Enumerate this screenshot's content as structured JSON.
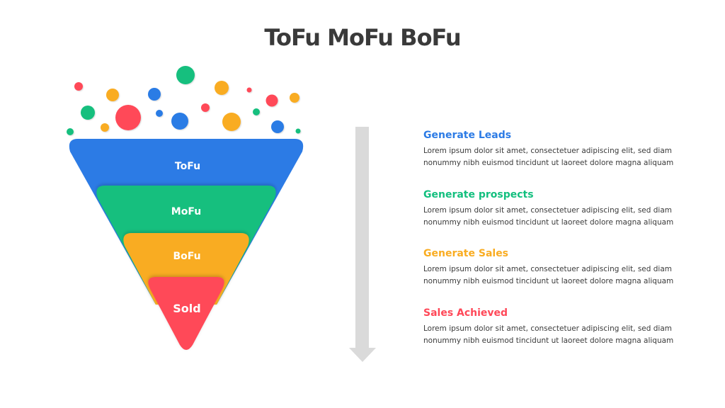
{
  "title": "ToFu MoFu BoFu",
  "colors": {
    "blue": "#2C7BE5",
    "green": "#12BF7E",
    "orange": "#F9AC21",
    "red": "#FF4858",
    "arrow": "#DADADA",
    "title": "#3A3A3A",
    "body_text": "#3A3A3A"
  },
  "funnel": {
    "layers": [
      {
        "label": "ToFu",
        "color": "#2C7BE5"
      },
      {
        "label": "MoFu",
        "color": "#12BF7E"
      },
      {
        "label": "BoFu",
        "color": "#F9AC21"
      },
      {
        "label": "Sold",
        "color": "#FF4858"
      }
    ]
  },
  "items": [
    {
      "heading": "Generate Leads",
      "color": "#2C7BE5",
      "body": "Lorem ipsum dolor sit amet, consectetuer adipiscing elit, sed diam nonummy nibh euismod tincidunt ut laoreet dolore magna aliquam"
    },
    {
      "heading": "Generate prospects",
      "color": "#12BF7E",
      "body": "Lorem ipsum dolor sit amet, consectetuer adipiscing elit, sed diam nonummy nibh euismod tincidunt ut laoreet dolore magna aliquam"
    },
    {
      "heading": "Generate Sales",
      "color": "#F9AC21",
      "body": "Lorem ipsum dolor sit amet, consectetuer adipiscing elit, sed diam nonummy nibh euismod tincidunt ut laoreet dolore magna aliquam"
    },
    {
      "heading": "Sales Achieved",
      "color": "#FF4858",
      "body": "Lorem ipsum dolor sit amet, consectetuer adipiscing elit, sed diam nonummy nibh euismod tincidunt ut laoreet dolore magna aliquam"
    }
  ]
}
